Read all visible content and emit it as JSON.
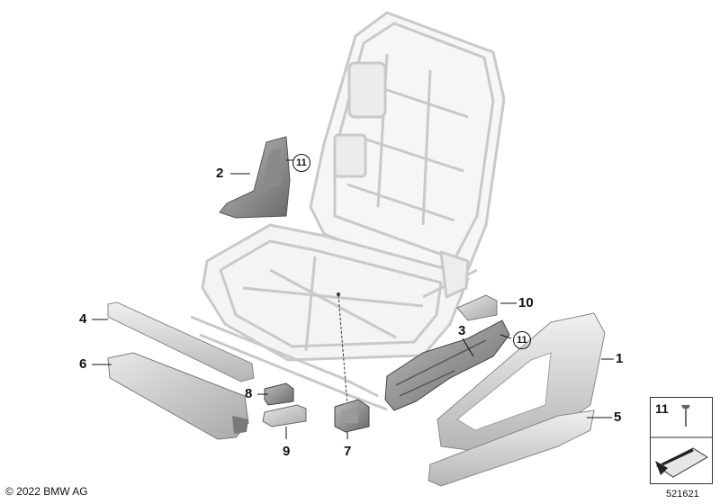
{
  "diagram": {
    "callouts": {
      "c1": "1",
      "c2": "2",
      "c3": "3",
      "c4": "4",
      "c5": "5",
      "c6": "6",
      "c7": "7",
      "c8": "8",
      "c9": "9",
      "c10": "10",
      "c11a": "11",
      "c11b": "11"
    },
    "legend": {
      "number": "11",
      "figure_id": "521621"
    },
    "copyright": "© 2022 BMW AG"
  },
  "colors": {
    "frame_stroke": "#c9c9c9",
    "part_fill": "#d4d4d4",
    "part_dark": "#6e6e6e",
    "text": "#111111"
  }
}
